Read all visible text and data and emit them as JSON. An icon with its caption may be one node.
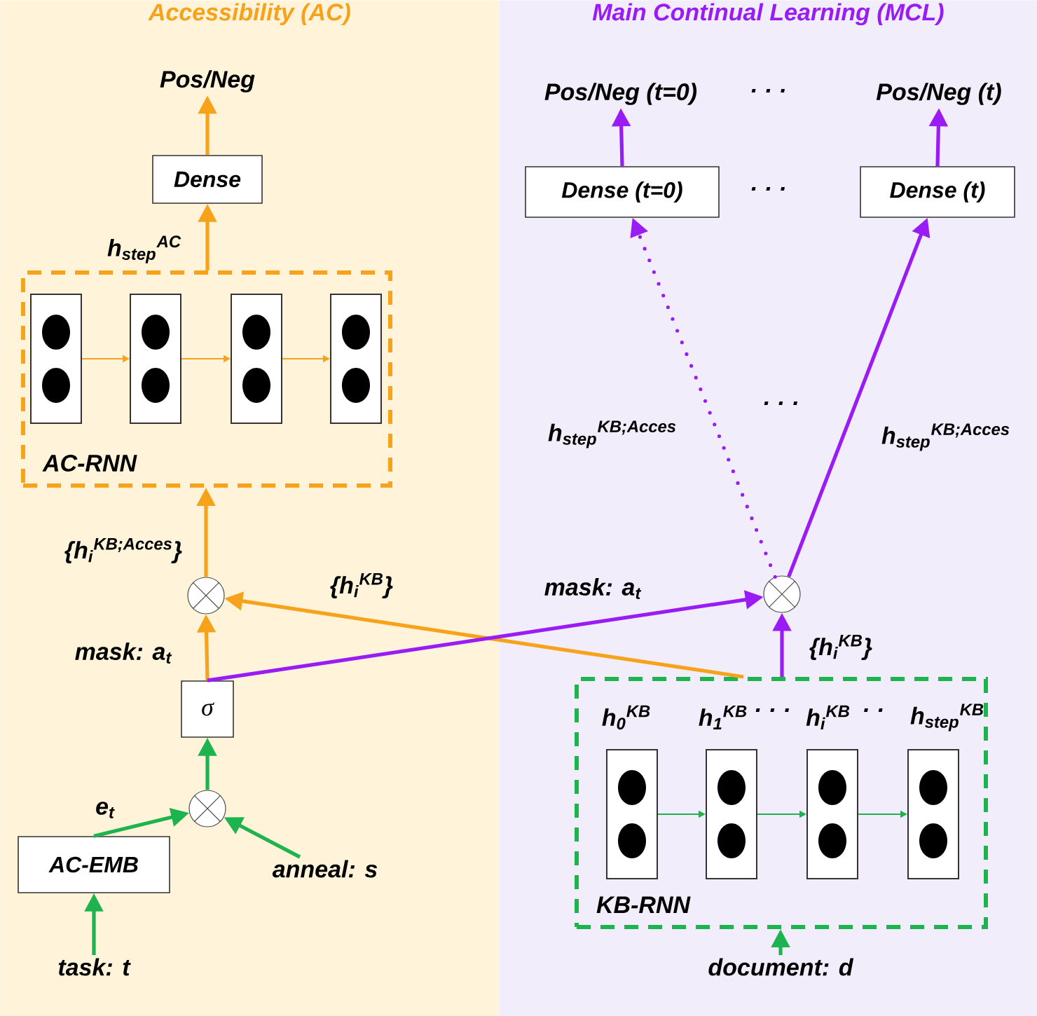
{
  "diagram": {
    "nodes": [
      {
        "text": [
          "Accessibility (AC)"
        ]
      },
      {
        "text": [
          "Main Continual Learning (MCL)"
        ]
      },
      {
        "text": [
          "Pos/Neg"
        ],
        "in": 0
      },
      {
        "text": [
          "Dense"
        ],
        "in": 0
      },
      {
        "text": [
          "AC-RNN"
        ],
        "in": 0
      },
      {
        "text": [],
        "shape": "box",
        "in": 4
      },
      {
        "text": [],
        "shape": "box",
        "in": 4
      },
      {
        "text": [],
        "shape": "box",
        "in": 4
      },
      {
        "text": [],
        "shape": "box",
        "in": 4
      },
      {
        "text": [],
        "shape": "circle",
        "in": 0
      },
      {
        "text": [
          "σ"
        ],
        "in": 0
      },
      {
        "text": [],
        "shape": "circle",
        "in": 0
      },
      {
        "text": [
          "AC-EMB"
        ],
        "in": 0
      },
      {
        "text": [
          "anneal: s"
        ],
        "in": 0
      },
      {
        "text": [
          "task: t"
        ],
        "in": 0
      },
      {
        "text": [
          "Pos/Neg (t=0)"
        ],
        "in": 1
      },
      {
        "text": [
          "Pos/Neg (t)"
        ],
        "in": 1
      },
      {
        "text": [
          "Dense (t=0)"
        ],
        "in": 1
      },
      {
        "text": [
          "Dense (t)"
        ],
        "in": 1
      },
      {
        "text": [],
        "shape": "circle",
        "in": 1
      },
      {
        "text": [
          "KB-RNN"
        ],
        "in": 1
      },
      {
        "text": [],
        "shape": "box",
        "in": 20
      },
      {
        "text": [],
        "shape": "box",
        "in": 20
      },
      {
        "text": [],
        "shape": "box",
        "in": 20
      },
      {
        "text": [],
        "shape": "box",
        "in": 20
      },
      {
        "text": [
          "document: d"
        ],
        "in": 1
      }
    ],
    "edges": [
      {
        "from": 3,
        "to": 2,
        "arrow": "to",
        "color": "#f7a21b"
      },
      {
        "from": 4,
        "to": 3,
        "arrow": "to",
        "color": "#f7a21b",
        "label": "h$_{step}$$^{AC}$"
      },
      {
        "from": 5,
        "to": 6,
        "arrow": "to",
        "color": "#f7a21b"
      },
      {
        "from": 6,
        "to": 7,
        "arrow": "to",
        "color": "#f7a21b"
      },
      {
        "from": 7,
        "to": 8,
        "arrow": "to",
        "color": "#f7a21b"
      },
      {
        "from": 9,
        "to": 4,
        "arrow": "to",
        "color": "#f7a21b",
        "label": "{h$_{i}$$^{KB;Acces}$}"
      },
      {
        "from": 10,
        "to": 9,
        "arrow": "to",
        "color": "#f7a21b",
        "label": "mask: a$_{t}$"
      },
      {
        "from": 20,
        "to": 9,
        "arrow": "to",
        "color": "#f7a21b",
        "label": "{h$_{i}$$^{KB}$}"
      },
      {
        "from": 10,
        "to": 19,
        "arrow": "to",
        "color": "#9a1cf5",
        "label": "mask: a$_{t}$"
      },
      {
        "from": 20,
        "to": 19,
        "arrow": "to",
        "color": "#9a1cf5",
        "label": "{h$_{i}$$^{KB}$}"
      },
      {
        "from": 19,
        "to": 17,
        "arrow": "to",
        "color": "#9a1cf5",
        "style": "dashed",
        "label": "h$_{step}$$^{KB;Acces}$"
      },
      {
        "from": 19,
        "to": 18,
        "arrow": "to",
        "color": "#9a1cf5",
        "label": "h$_{step}$$^{KB;Acces}$"
      },
      {
        "from": 17,
        "to": 15,
        "arrow": "to",
        "color": "#9a1cf5"
      },
      {
        "from": 18,
        "to": 16,
        "arrow": "to",
        "color": "#9a1cf5"
      },
      {
        "from": 11,
        "to": 10,
        "arrow": "to",
        "color": "#1db34e"
      },
      {
        "from": 12,
        "to": 11,
        "arrow": "to",
        "color": "#1db34e",
        "label": "e$_{t}$"
      },
      {
        "from": 13,
        "to": 11,
        "arrow": "to",
        "color": "#1db34e"
      },
      {
        "from": 14,
        "to": 12,
        "arrow": "to",
        "color": "#1db34e"
      },
      {
        "from": 25,
        "to": 20,
        "arrow": "to",
        "color": "#1db34e"
      },
      {
        "from": 21,
        "to": 22,
        "arrow": "to",
        "color": "#1db34e"
      },
      {
        "from": 22,
        "to": 23,
        "arrow": "to",
        "color": "#1db34e"
      },
      {
        "from": 23,
        "to": 24,
        "arrow": "to",
        "color": "#1db34e"
      }
    ],
    "labels": [
      "· · ·",
      "· · ·",
      "· · ·",
      "h$_{0}$$^{KB}$",
      "h$_{1}$$^{KB}$",
      "· · ·",
      "h$_{i}$$^{KB}$",
      "· ·",
      "h$_{step}$$^{KB}$"
    ]
  }
}
